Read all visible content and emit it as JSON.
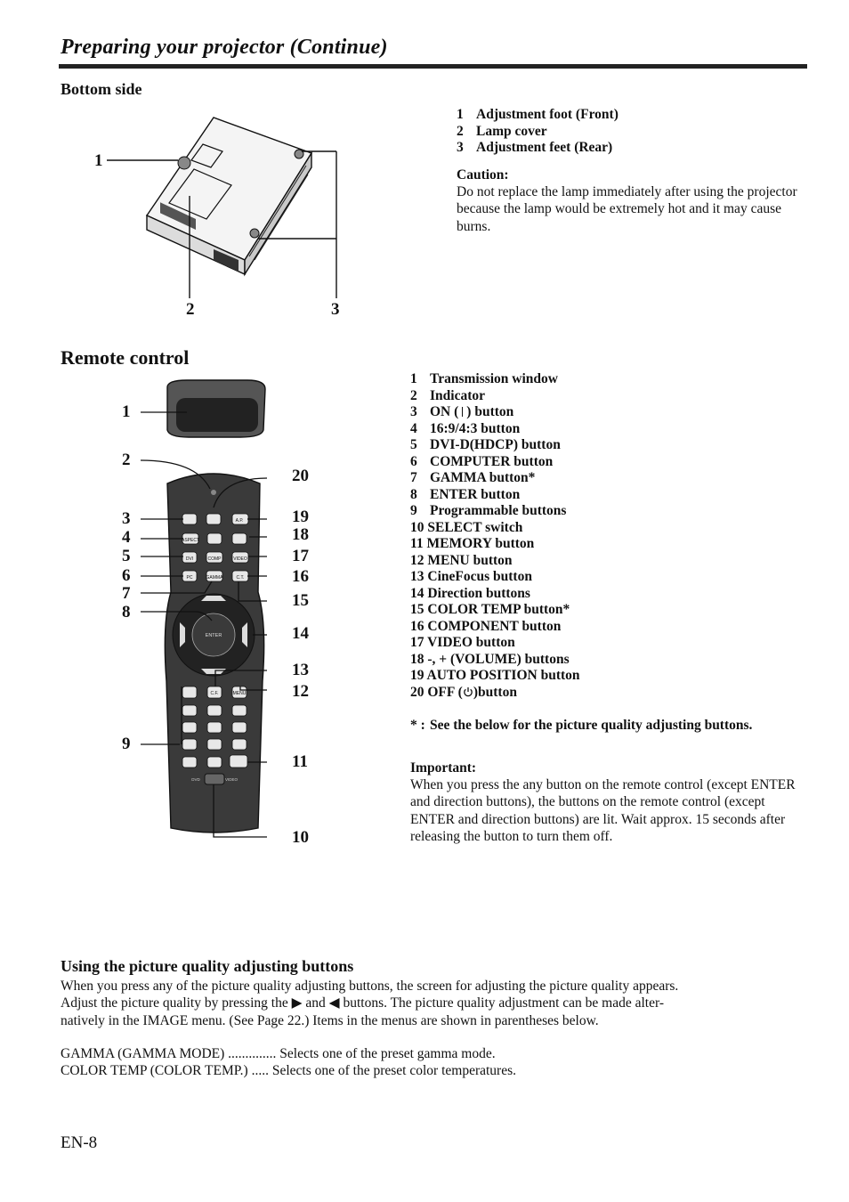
{
  "header": {
    "title": "Preparing your projector (Continue)"
  },
  "bottom_side": {
    "heading": "Bottom side",
    "callouts": [
      "1",
      "2",
      "3"
    ],
    "items": [
      {
        "num": "1",
        "label": "Adjustment foot (Front)"
      },
      {
        "num": "2",
        "label": "Lamp cover"
      },
      {
        "num": "3",
        "label": "Adjustment feet (Rear)"
      }
    ],
    "caution_heading": "Caution:",
    "caution_text": "Do not replace the lamp immediately after using the projector because the lamp would be extremely hot and it may cause burns."
  },
  "remote": {
    "heading": "Remote control",
    "left_callouts": [
      "1",
      "2",
      "3",
      "4",
      "5",
      "6",
      "7",
      "8",
      "9"
    ],
    "right_callouts": [
      "20",
      "19",
      "18",
      "17",
      "16",
      "15",
      "14",
      "13",
      "12",
      "11",
      "10"
    ],
    "items": [
      {
        "num": "1",
        "label": "Transmission window"
      },
      {
        "num": "2",
        "label": "Indicator"
      },
      {
        "num": "3",
        "label": "ON (",
        "icon": "power-on-icon",
        "label_after": ") button"
      },
      {
        "num": "4",
        "label": "16:9/4:3 button"
      },
      {
        "num": "5",
        "label": "DVI-D(HDCP) button"
      },
      {
        "num": "6",
        "label": "COMPUTER button"
      },
      {
        "num": "7",
        "label": "GAMMA button*"
      },
      {
        "num": "8",
        "label": "ENTER button"
      },
      {
        "num": "9",
        "label": "Programmable buttons"
      },
      {
        "num": "10",
        "label": "SELECT switch"
      },
      {
        "num": "11",
        "label": "MEMORY button"
      },
      {
        "num": "12",
        "label": "MENU button"
      },
      {
        "num": "13",
        "label": "CineFocus button"
      },
      {
        "num": "14",
        "label": "Direction buttons"
      },
      {
        "num": "15",
        "label": "COLOR TEMP button*"
      },
      {
        "num": "16",
        "label": "COMPONENT button"
      },
      {
        "num": "17",
        "label": "VIDEO button"
      },
      {
        "num": "18",
        "label": "-, + (VOLUME) buttons"
      },
      {
        "num": "19",
        "label": "AUTO POSITION button"
      },
      {
        "num": "20",
        "label": "OFF (",
        "icon": "power-off-icon",
        "label_after": ")button"
      }
    ],
    "note_star": "* :",
    "note": "See the below for the picture quality adjusting buttons.",
    "important_heading": "Important:",
    "important_text": "When you press the any button on the remote control (except ENTER and direction buttons), the buttons on the remote control (except ENTER and direction buttons) are lit. Wait approx. 15 seconds after releasing the button to turn them off.",
    "button_labels": {
      "ap": "A.P.",
      "aspect": "ASPECT",
      "dvi": "DVI",
      "comp": "COMP",
      "video": "VIDEO",
      "pc": "PC",
      "gamma": "GAMMA",
      "ct": "C.T.",
      "enter": "ENTER",
      "cf": "C.F.",
      "menu": "MENU",
      "dvd": "DVD",
      "switch_video": "VIDEO"
    }
  },
  "picture_quality": {
    "heading": "Using the picture quality adjusting buttons",
    "line1": "When you press any of the picture quality adjusting buttons, the screen for adjusting the picture quality appears.",
    "line2_a": "Adjust the picture quality by pressing the",
    "line2_and": "and",
    "line2_b": "buttons. The picture quality adjustment can be made alter-",
    "line3": "natively in the IMAGE menu. (See Page 22.) Items in the menus are shown in parentheses below.",
    "gamma_line": "GAMMA (GAMMA MODE) .............. Selects one of the preset gamma mode.",
    "colortemp_line": "COLOR TEMP (COLOR TEMP.) ..... Selects one of the preset color temperatures."
  },
  "footer": {
    "page": "EN-8"
  }
}
